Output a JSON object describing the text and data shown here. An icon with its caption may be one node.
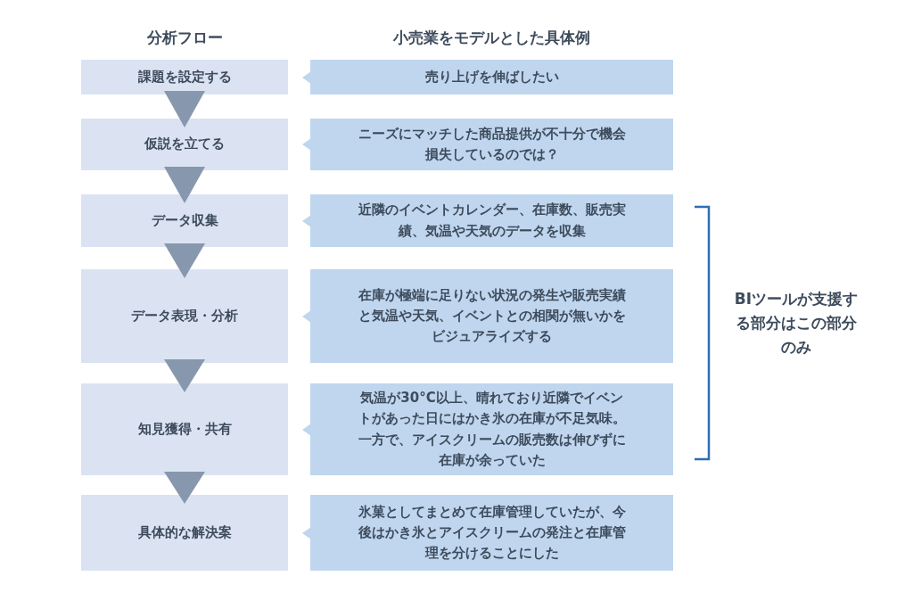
{
  "diagram": {
    "nodes": [
      {
        "text": [
          "課題を設定する"
        ]
      },
      {
        "text": [
          "売り上げを伸ばしたい"
        ]
      },
      {
        "text": [
          "仮説を立てる"
        ]
      },
      {
        "text": [
          "ニーズにマッチした商品提供が不十分で機会損失しているのでは？"
        ]
      },
      {
        "text": [
          "データ収集"
        ]
      },
      {
        "text": [
          "近隣のイベントカレンダー、在庫数、販売実績、気温や天気のデータを収集"
        ]
      },
      {
        "text": [
          "データ表現・分析"
        ]
      },
      {
        "text": [
          "在庫が極端に足りない状況の発生や販売実績と気温や天気、イベントとの相関が無いかをビジュアライズする"
        ]
      },
      {
        "text": [
          "知見獲得・共有"
        ]
      },
      {
        "text": [
          "気温が30°C以上、晴れており近隣でイベントがあった日にはかき氷の在庫が不足気味。一方で、アイスクリームの販売数は伸びずに在庫が余っていた"
        ]
      },
      {
        "text": [
          "具体的な解決案"
        ]
      },
      {
        "text": [
          "氷菓としてまとめて在庫管理していたが、今後はかき氷とアイスクリームの発注と在庫管理を分けることにした"
        ]
      }
    ],
    "edges": [
      {
        "from": 0,
        "to": 2,
        "arrow": "to"
      },
      {
        "from": 2,
        "to": 4,
        "arrow": "to"
      },
      {
        "from": 4,
        "to": 6,
        "arrow": "to"
      },
      {
        "from": 6,
        "to": 8,
        "arrow": "to"
      },
      {
        "from": 8,
        "to": 10,
        "arrow": "to"
      }
    ],
    "labels": [
      "分析フロー",
      "小売業をモデルとした具体例",
      "BIツールが支援する部分はこの部分のみ"
    ]
  }
}
